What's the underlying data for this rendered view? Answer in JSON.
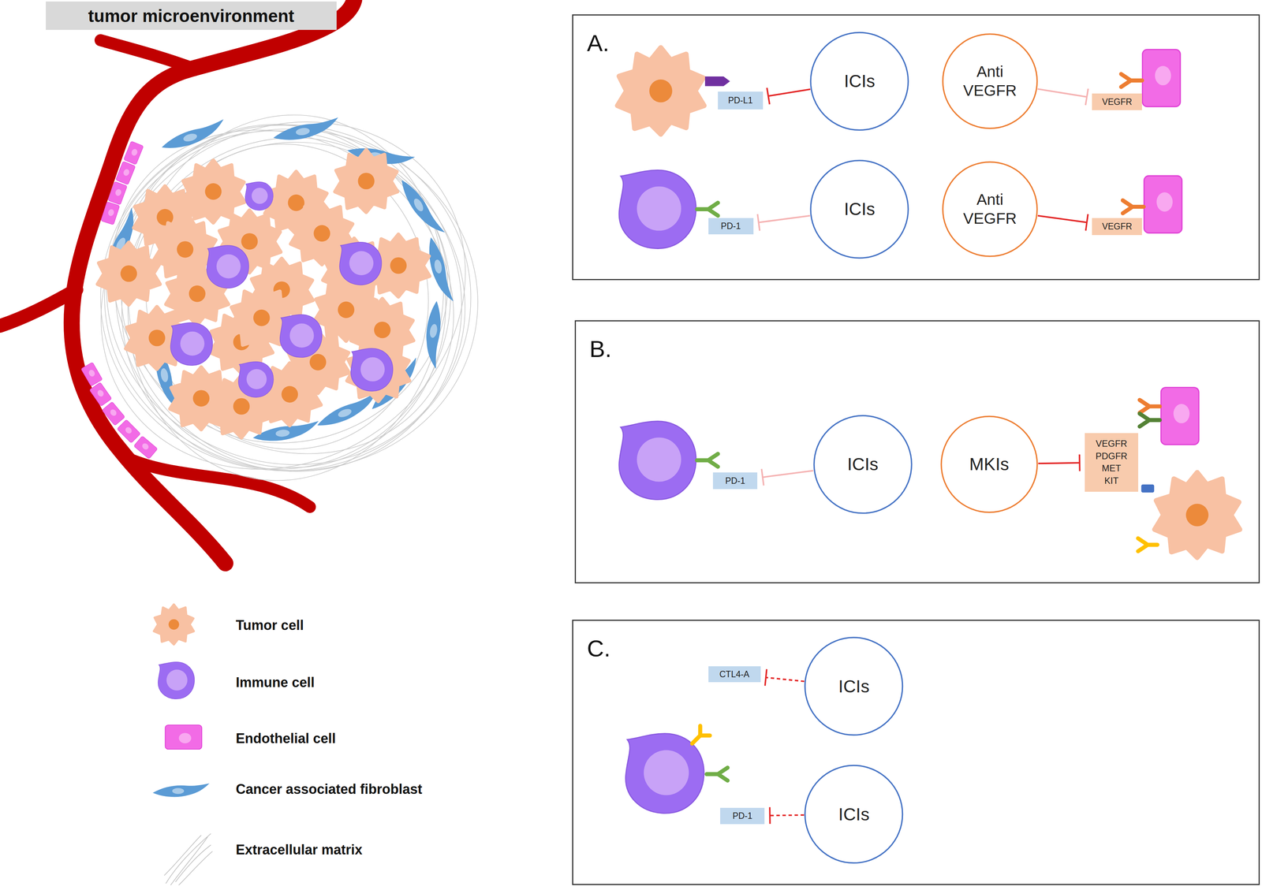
{
  "diagram": {
    "title": "tumor microenvironment",
    "nodes": [
      {
        "text": [
          "A."
        ]
      },
      {
        "text": [
          "PD-L1"
        ],
        "in": 0
      },
      {
        "text": [
          "ICIs"
        ],
        "in": 0
      },
      {
        "text": [
          "Anti VEGFR"
        ],
        "in": 0
      },
      {
        "text": [
          "VEGFR"
        ],
        "in": 0
      },
      {
        "text": [
          "PD-1"
        ],
        "in": 0
      },
      {
        "text": [
          "ICIs"
        ],
        "in": 0
      },
      {
        "text": [
          "Anti VEGFR"
        ],
        "in": 0
      },
      {
        "text": [
          "VEGFR"
        ],
        "in": 0
      },
      {
        "text": [
          "B."
        ]
      },
      {
        "text": [
          "PD-1"
        ],
        "in": 9
      },
      {
        "text": [
          "ICIs"
        ],
        "in": 9
      },
      {
        "text": [
          "MKIs"
        ],
        "in": 9
      },
      {
        "text": [
          "VEGFR PDGFR MET KIT"
        ],
        "in": 9
      },
      {
        "text": [
          "C."
        ]
      },
      {
        "text": [
          "CTL4-A"
        ],
        "in": 14
      },
      {
        "text": [
          "ICIs"
        ],
        "in": 14
      },
      {
        "text": [
          "PD-1"
        ],
        "in": 14
      },
      {
        "text": [
          "ICIs"
        ],
        "in": 14
      }
    ],
    "edges": [
      {
        "from": 2,
        "to": 1,
        "arrow": "to"
      },
      {
        "from": 6,
        "to": 5,
        "arrow": "to"
      },
      {
        "from": 3,
        "to": 4,
        "arrow": "to"
      },
      {
        "from": 7,
        "to": 8,
        "arrow": "to"
      },
      {
        "from": 11,
        "to": 10,
        "arrow": "to"
      },
      {
        "from": 12,
        "to": 13,
        "arrow": "to"
      },
      {
        "from": 16,
        "to": 15,
        "arrow": "to"
      },
      {
        "from": 18,
        "to": 17,
        "arrow": "to"
      }
    ],
    "legend": [
      {
        "text": "Tumor cell"
      },
      {
        "text": "Immune cell"
      },
      {
        "text": "Endothelial cell"
      },
      {
        "text": "Cancer associated fibroblast"
      },
      {
        "text": "Extracellular matrix"
      }
    ]
  }
}
